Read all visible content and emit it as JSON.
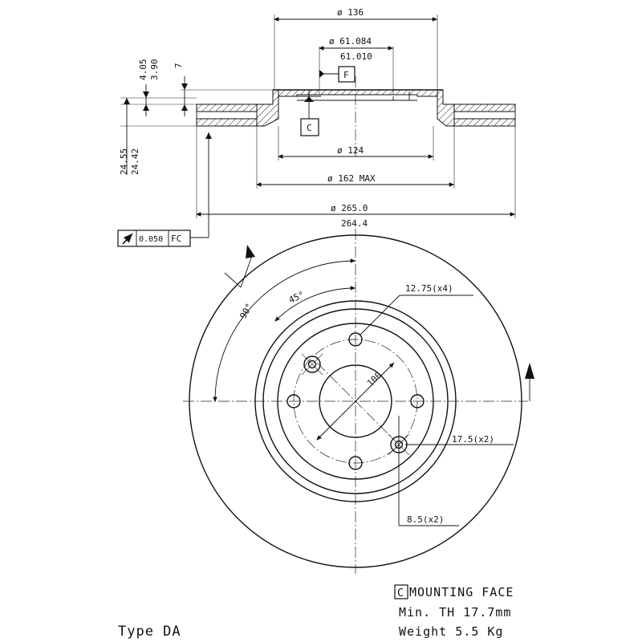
{
  "profile": {
    "d_outer_top": "ø 136",
    "d_hub_line1": "ø 61.084",
    "d_hub_line2": "61.010",
    "d_124": "ø 124",
    "d_162": "ø 162 MAX",
    "d_265_line1": "ø 265.0",
    "d_265_line2": "264.4",
    "h_405": "4.05",
    "h_390": "3.90",
    "h_7": "7",
    "th_2455": "24.55",
    "th_2442": "24.42",
    "datum_f": "F",
    "datum_c": "C",
    "tolerance_value": "0.050",
    "tolerance_datum": "FC"
  },
  "face": {
    "angle_90": "90°",
    "angle_45": "45°",
    "pcd_100": "100",
    "holes_1275": "12.75(x4)",
    "holes_175": "17.5(x2)",
    "holes_85": "8.5(x2)"
  },
  "notes": {
    "mounting_box": "C",
    "mounting_face": "MOUNTING FACE",
    "min_th": "Min. TH 17.7mm",
    "weight": "Weight 5.5 Kg",
    "type": "Type DA"
  }
}
